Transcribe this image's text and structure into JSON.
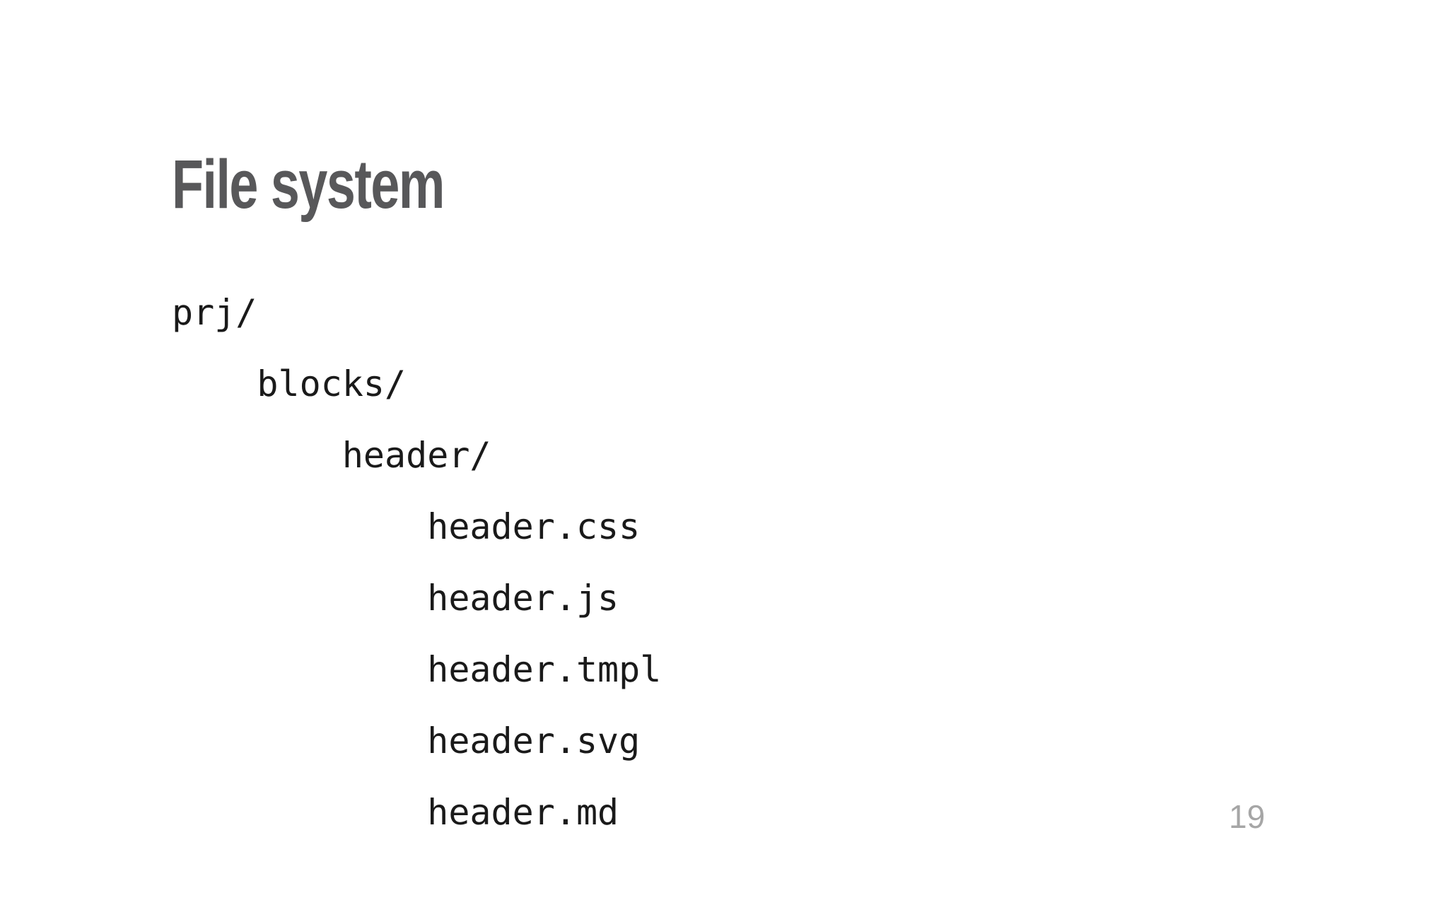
{
  "slide": {
    "title": "File system",
    "page_number": "19",
    "colors": {
      "background": "#ffffff",
      "title": "#58585a",
      "code_text": "#1a1a1a",
      "page_number": "#a6a6a6"
    },
    "file_tree": {
      "lines": [
        {
          "indent": 0,
          "text": "prj/"
        },
        {
          "indent": 1,
          "text": "    blocks/"
        },
        {
          "indent": 2,
          "text": "        header/"
        },
        {
          "indent": 3,
          "text": "            header.css"
        },
        {
          "indent": 3,
          "text": "            header.js"
        },
        {
          "indent": 3,
          "text": "            header.tmpl"
        },
        {
          "indent": 3,
          "text": "            header.svg"
        },
        {
          "indent": 3,
          "text": "            header.md"
        }
      ]
    }
  }
}
